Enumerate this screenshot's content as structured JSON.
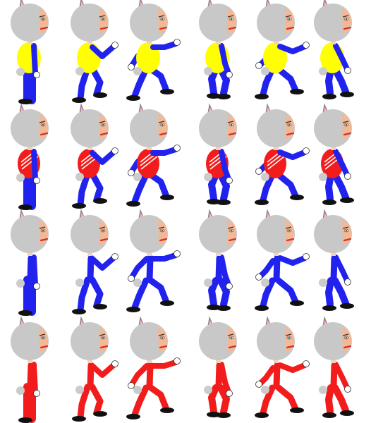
{
  "sprite_sheet": {
    "rows": [
      {
        "name": "yellow-shirt-blue-pants",
        "shirt": "yellow",
        "pants": "blue",
        "sleeves": "blue"
      },
      {
        "name": "red-striped-shirt-blue-pants",
        "shirt": "red-striped",
        "pants": "blue",
        "sleeves": "blue"
      },
      {
        "name": "no-shirt-blue-suit",
        "shirt": "none",
        "pants": "blue",
        "sleeves": "blue"
      },
      {
        "name": "no-shirt-red-suit",
        "shirt": "none",
        "pants": "red",
        "sleeves": "red"
      }
    ],
    "poses": [
      "stand",
      "walk-1",
      "walk-2",
      "walk-3",
      "walk-4",
      "walk-5"
    ]
  },
  "colors": {
    "head": "#c8c8c8",
    "ear": "#d06aa0",
    "face_skin": "#f3b896",
    "eye": "#7a4a2a",
    "mouth": "#d83020",
    "neck": "#f1d4b8",
    "yellow": "#ffff00",
    "red": "#f21c1c",
    "red_stripe": "#ffffff",
    "blue": "#2222ee",
    "glove": "#ffffff",
    "shoe": "#111111",
    "tail": "#cccccc"
  }
}
